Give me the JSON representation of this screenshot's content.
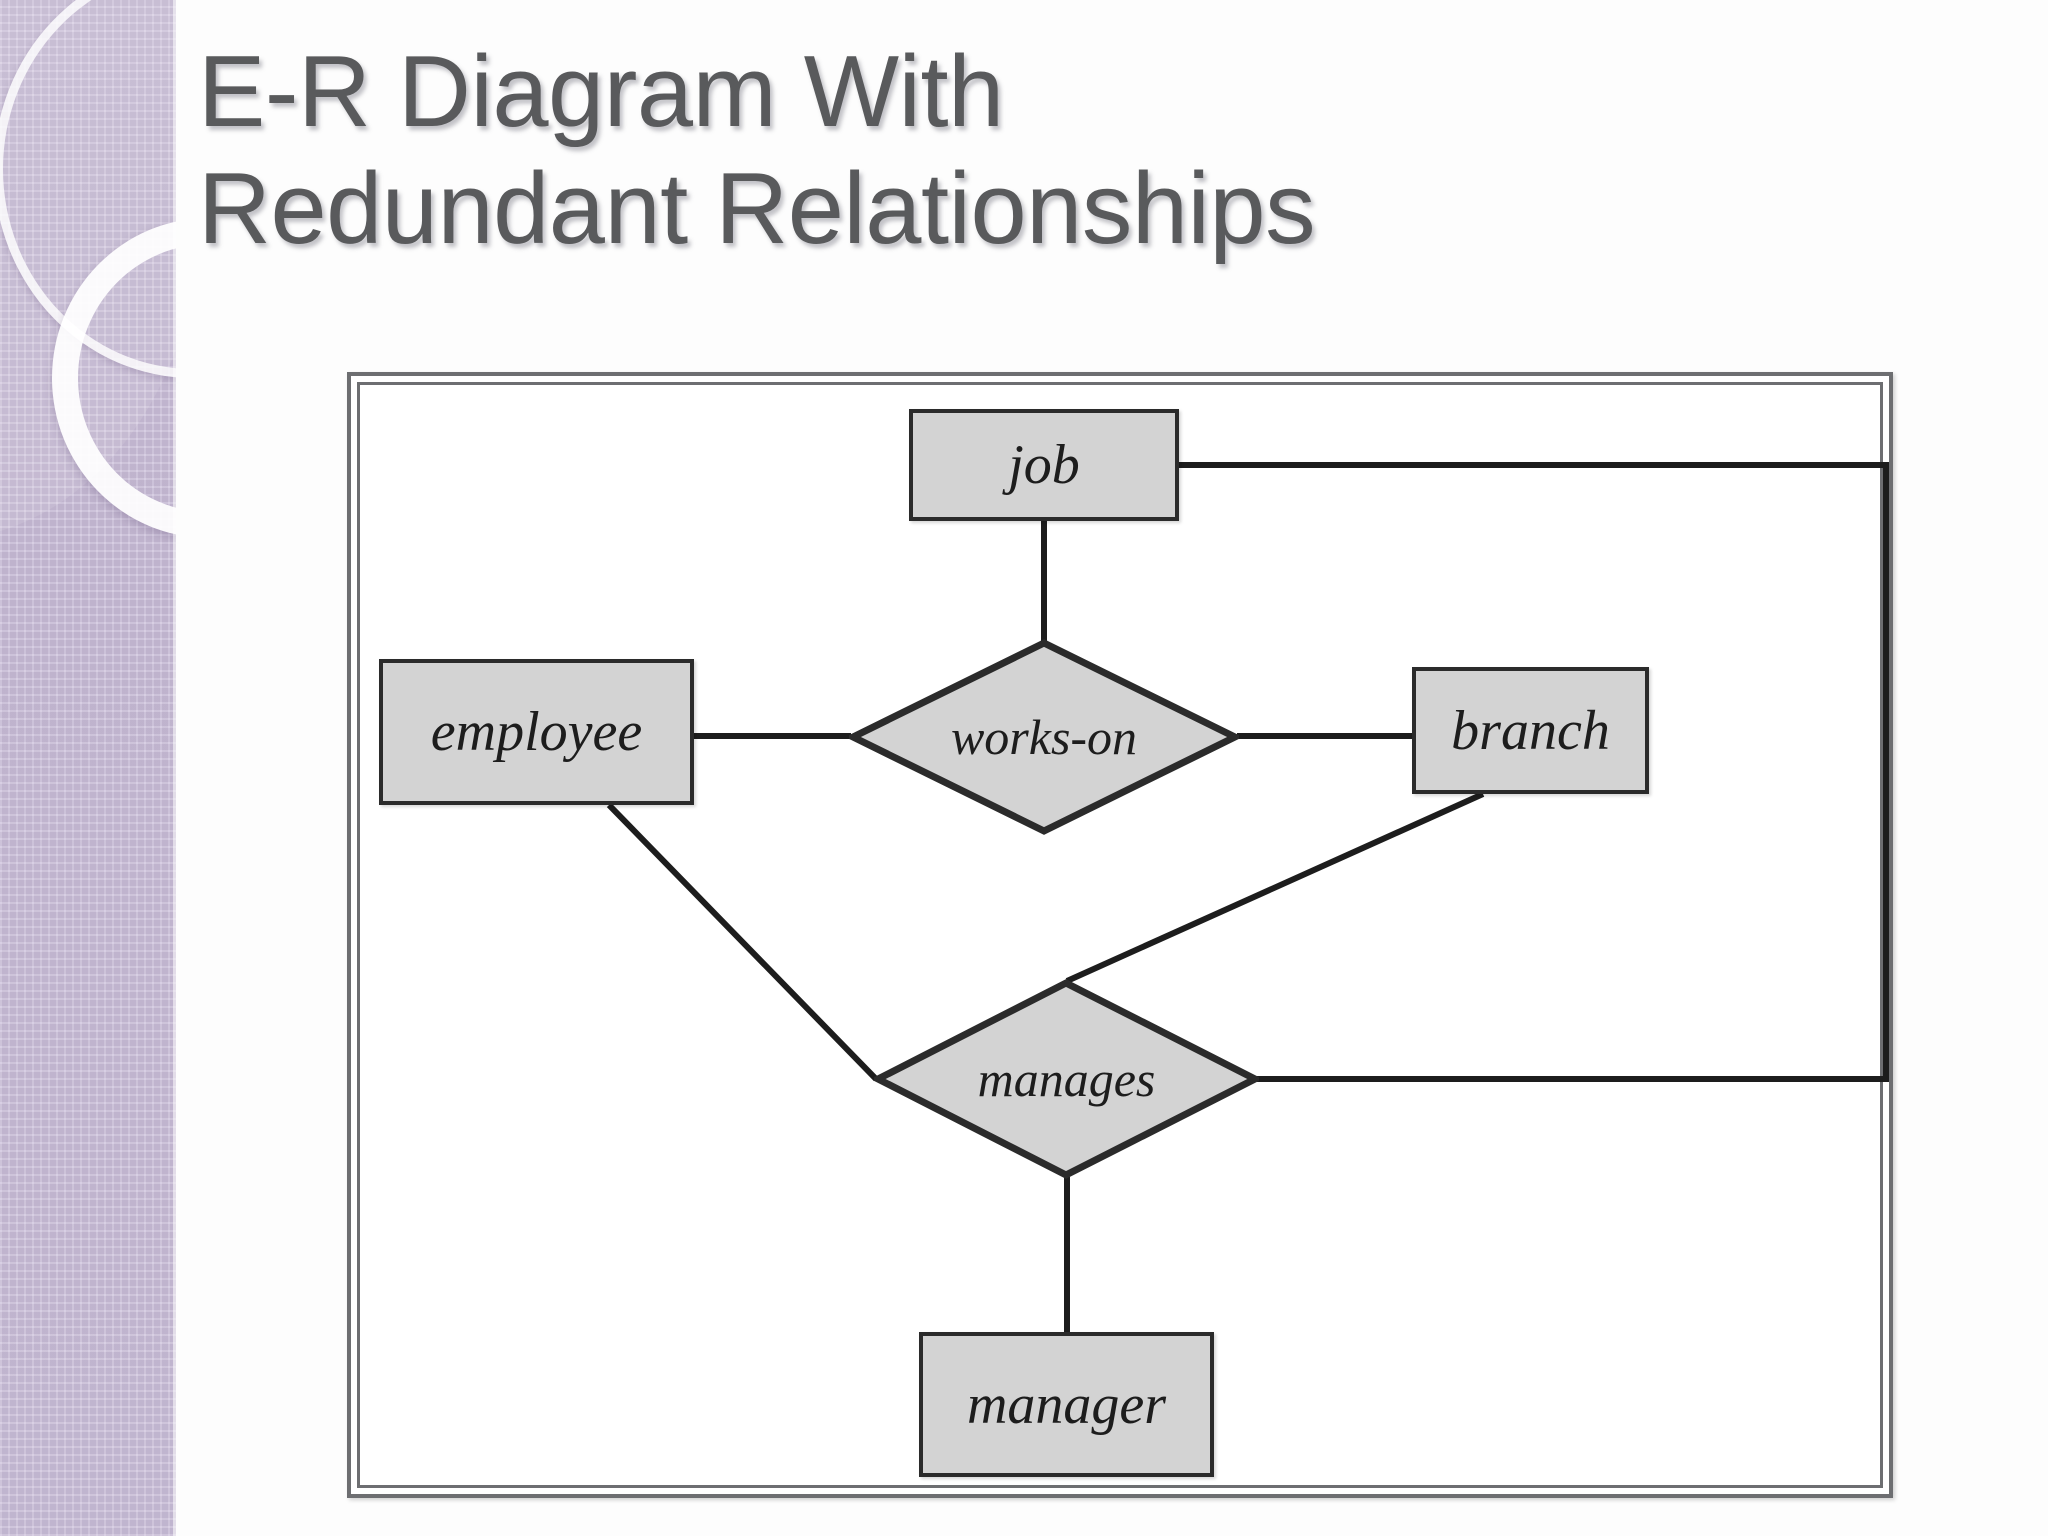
{
  "slide": {
    "title": "E-R Diagram With\nRedundant Relationships",
    "title_color": "#595a5c",
    "background_color": "#fdfdfd",
    "sidebar": {
      "name": "decorative-sidebar",
      "base_color": "#cbbfda",
      "accent_color": "#ffffff",
      "shapes": [
        "large-ring",
        "small-ring",
        "checkered-texture"
      ]
    }
  },
  "figure": {
    "name": "er-diagram-figure",
    "frame_color": "#6d6e71",
    "shape_fill": "#d3d3d3",
    "shape_stroke": "#2b2b2b",
    "entities": [
      {
        "id": "job",
        "label": "job",
        "shape": "rectangle"
      },
      {
        "id": "employee",
        "label": "employee",
        "shape": "rectangle"
      },
      {
        "id": "branch",
        "label": "branch",
        "shape": "rectangle"
      },
      {
        "id": "manager",
        "label": "manager",
        "shape": "rectangle"
      }
    ],
    "relationships": [
      {
        "id": "works-on",
        "label": "works-on",
        "shape": "diamond"
      },
      {
        "id": "manages",
        "label": "manages",
        "shape": "diamond"
      }
    ],
    "connections": [
      {
        "from": "job",
        "to": "works-on",
        "style": "vertical"
      },
      {
        "from": "employee",
        "to": "works-on",
        "style": "horizontal"
      },
      {
        "from": "branch",
        "to": "works-on",
        "style": "horizontal"
      },
      {
        "from": "employee",
        "to": "manages",
        "style": "diagonal"
      },
      {
        "from": "branch",
        "to": "manages",
        "style": "diagonal"
      },
      {
        "from": "manager",
        "to": "manages",
        "style": "vertical"
      },
      {
        "from": "job",
        "to": "manages",
        "style": "orthogonal-routed"
      }
    ]
  }
}
